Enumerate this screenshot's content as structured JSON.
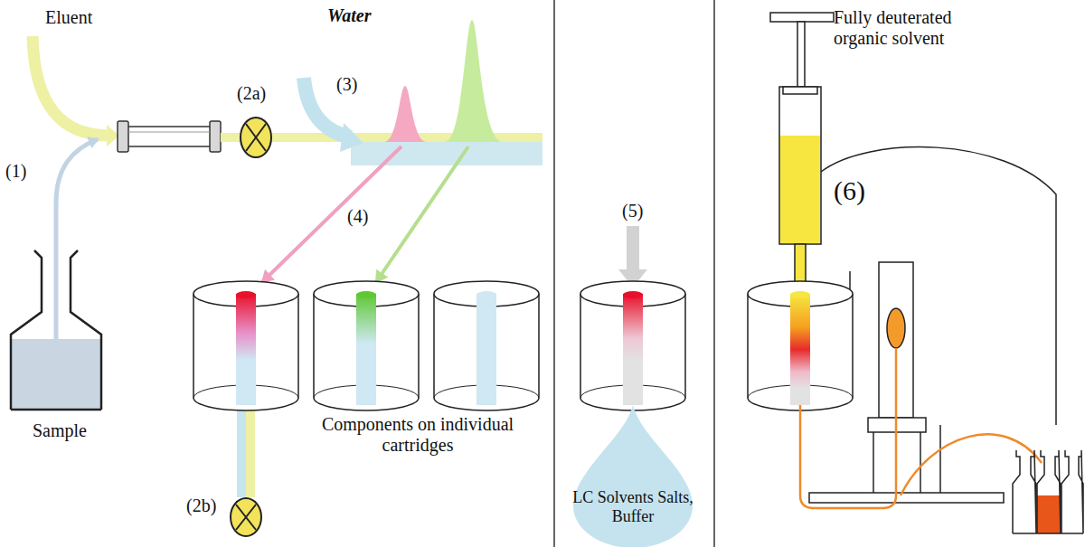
{
  "diagram": {
    "nodes": [
      {
        "text": [
          "Sample"
        ]
      },
      {
        "text": [
          "LC Solvents Salts, Buffer"
        ]
      }
    ],
    "labels": [
      "Eluent",
      "(1)",
      "(2a)",
      "Water",
      "(3)",
      "(4)",
      "(2b)",
      "Components on individual cartridges",
      "(5)",
      "Fully deuterated organic solvent",
      "(6)"
    ]
  }
}
